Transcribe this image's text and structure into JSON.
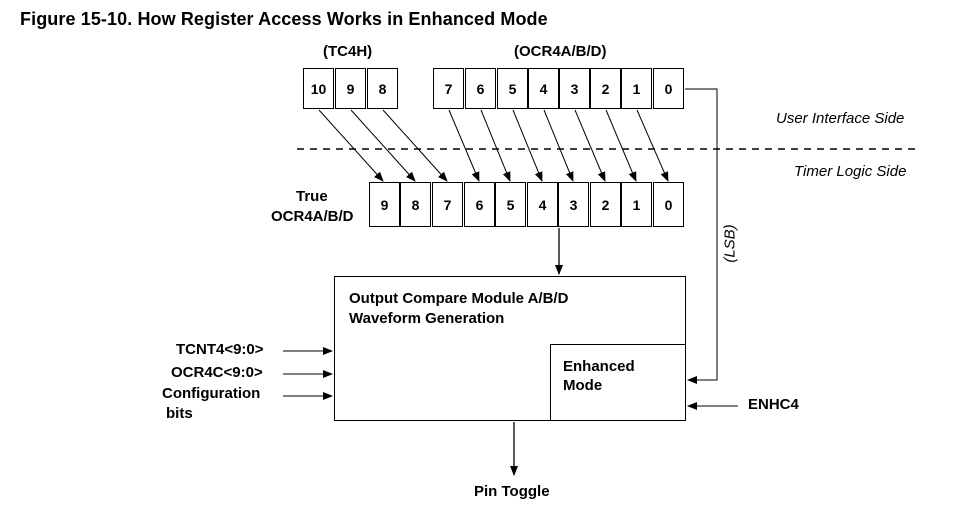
{
  "title": "Figure 15-10.   How Register Access Works in Enhanced Mode",
  "top_labels": {
    "tc4h": "(TC4H)",
    "ocr": "(OCR4A/B/D)"
  },
  "tc4h_bits": [
    "10",
    "9",
    "8"
  ],
  "ocr_bits": [
    "7",
    "6",
    "5",
    "4",
    "3",
    "2",
    "1",
    "0"
  ],
  "sides": {
    "user": "User Interface Side",
    "timer": "Timer Logic Side"
  },
  "true_reg": {
    "label_line1": "True",
    "label_line2": "OCR4A/B/D",
    "bits": [
      "9",
      "8",
      "7",
      "6",
      "5",
      "4",
      "3",
      "2",
      "1",
      "0"
    ]
  },
  "lsb": "(LSB)",
  "module": {
    "line1": "Output Compare Module A/B/D",
    "line2": "Waveform Generation"
  },
  "enhanced": {
    "line1": "Enhanced",
    "line2": "Mode"
  },
  "inputs": {
    "tcnt": "TCNT4<9:0>",
    "ocr4c": "OCR4C<9:0>",
    "config1": "Configuration",
    "config2": "bits"
  },
  "enhc": "ENHC4",
  "output": "Pin Toggle"
}
